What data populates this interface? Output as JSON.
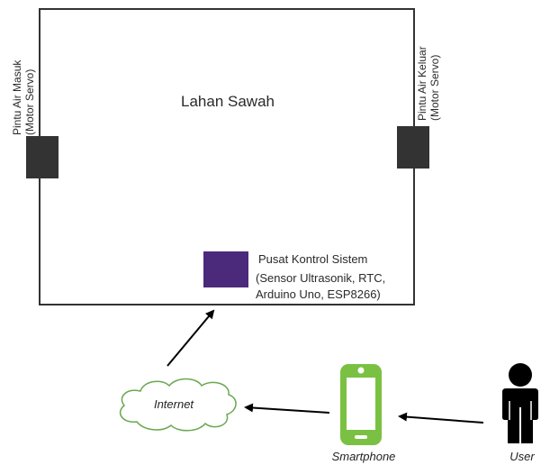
{
  "field": {
    "title": "Lahan Sawah"
  },
  "inlet_gate": {
    "label_line1": "Pintu Air Masuk",
    "label_line2": "(Motor Servo)"
  },
  "outlet_gate": {
    "label_line1": "Pintu Air Keluar",
    "label_line2": "(Motor Servo)"
  },
  "control_center": {
    "title": "Pusat Kontrol Sistem",
    "detail_line1": "(Sensor Ultrasonik, RTC,",
    "detail_line2": "Arduino Uno, ESP8266)"
  },
  "internet": {
    "label": "Internet"
  },
  "smartphone": {
    "label": "Smartphone"
  },
  "user": {
    "label": "User"
  },
  "icons": {
    "cloud": "cloud-icon",
    "smartphone": "smartphone-icon",
    "user": "user-icon",
    "servo": "servo-motor-icon",
    "controller": "controller-box-icon"
  },
  "colors": {
    "field_border": "#333333",
    "servo_fill": "#333333",
    "controller_fill": "#4b2a7b",
    "cloud_stroke": "#6aa84f",
    "smartphone_body": "#7ac143",
    "user_fill": "#000000",
    "arrow": "#000000"
  }
}
